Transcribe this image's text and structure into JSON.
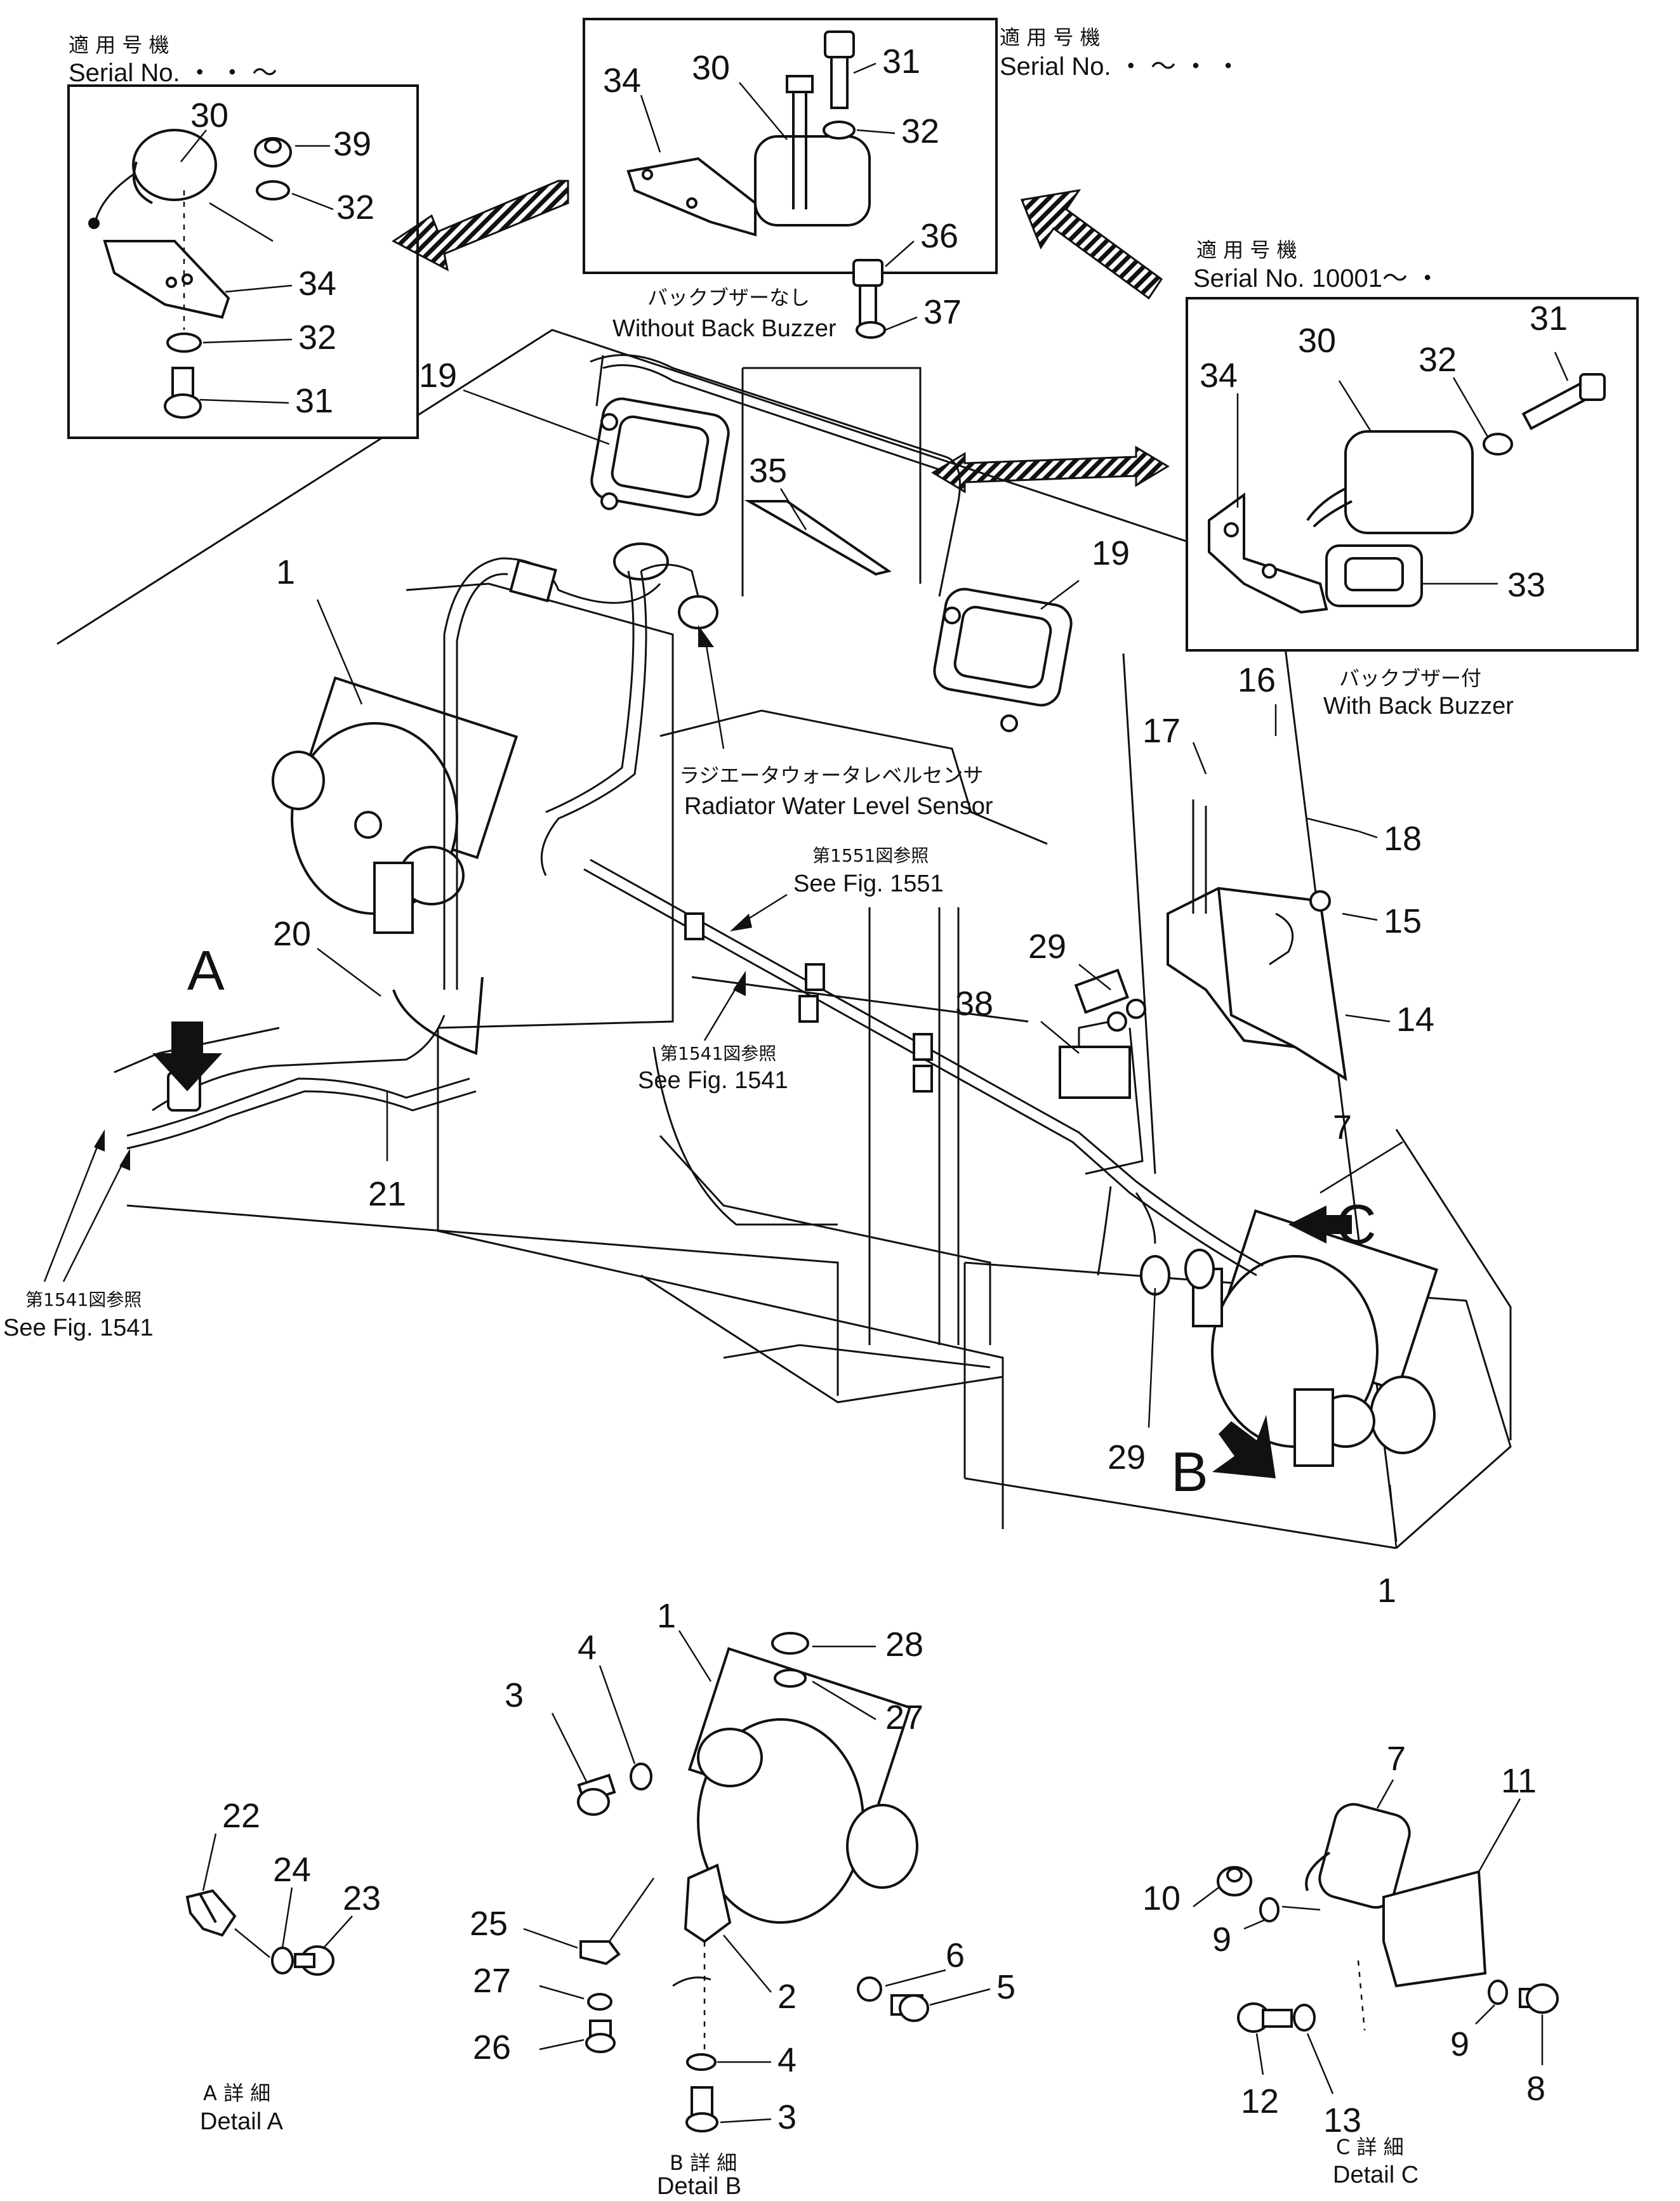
{
  "callouts": {
    "c30a": "30",
    "c39": "39",
    "c32a": "32",
    "c34a": "34",
    "c32b": "32",
    "c31a": "31",
    "c34b": "34",
    "c30b": "30",
    "c31b": "31",
    "c32c": "32",
    "c36": "36",
    "c37": "37",
    "c34c": "34",
    "c30c": "30",
    "c32d": "32",
    "c31c": "31",
    "c33": "33",
    "c19a": "19",
    "c19b": "19",
    "c35": "35",
    "c1a": "1",
    "c1b": "1",
    "c20": "20",
    "c21": "21",
    "c16": "16",
    "c17": "17",
    "c18": "18",
    "c15": "15",
    "c14": "14",
    "c29a": "29",
    "c29b": "29",
    "c38": "38",
    "c7a": "7",
    "d1": "1",
    "d28": "28",
    "d27a": "27",
    "d3a": "3",
    "d4a": "4",
    "d25": "25",
    "d27b": "27",
    "d26": "26",
    "d2": "2",
    "d6": "6",
    "d5": "5",
    "d4b": "4",
    "d3b": "3",
    "d22": "22",
    "d24": "24",
    "d23": "23",
    "d7": "7",
    "d11": "11",
    "d10": "10",
    "d9a": "9",
    "d9b": "9",
    "d8": "8",
    "d12": "12",
    "d13": "13"
  },
  "letters": {
    "a": "A",
    "b": "B",
    "c": "C"
  },
  "labels": {
    "serial_jp": "適 用 号 機",
    "serial_left": "Serial No.   ・ ・  〜",
    "serial_top": "Serial No.     ・   〜   ・ ・",
    "serial_right": "Serial No. 10001〜  ・",
    "without_jp": "バックブザーなし",
    "without_en": "Without Back Buzzer",
    "with_jp": "バックブザー付",
    "with_en": "With Back Buzzer",
    "radiator_jp": "ラジエータウォータレベルセンサ",
    "radiator_en": "Radiator Water Level Sensor",
    "fig1551_jp": "第1551図参照",
    "fig1551_en": "See Fig. 1551",
    "fig1541_jp": "第1541図参照",
    "fig1541_en": "See Fig. 1541",
    "fig1541b_jp": "第1541図参照",
    "fig1541b_en": "See Fig. 1541",
    "detail_a_jp": "A  詳  細",
    "detail_a_en": "Detail  A",
    "detail_b_jp": "B  詳  細",
    "detail_b_en": "Detail  B",
    "detail_c_jp": "C  詳  細",
    "detail_c_en": "Detail  C"
  }
}
